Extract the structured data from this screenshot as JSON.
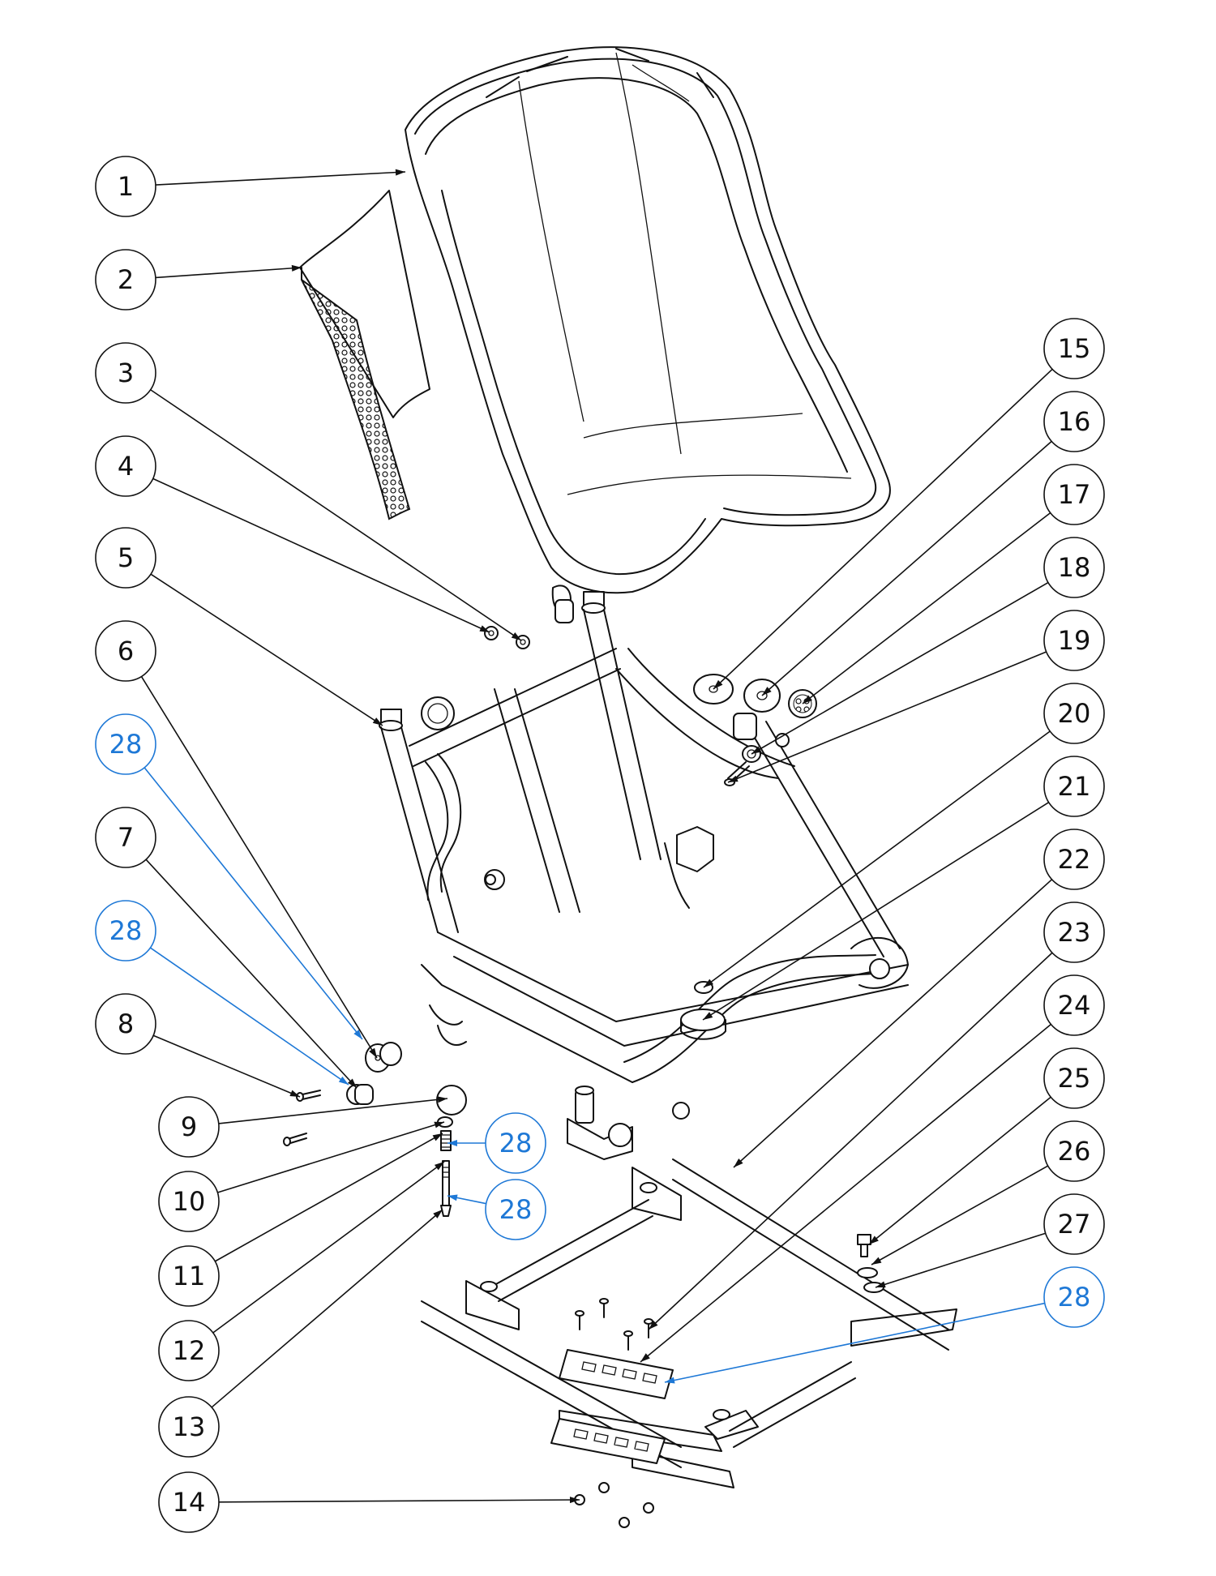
{
  "colors": {
    "line": "#111111",
    "callout_black": "#111111",
    "callout_blue": "#1e78d6",
    "background": "#ffffff"
  },
  "callouts": [
    {
      "label": "1",
      "color": "callout_black"
    },
    {
      "label": "2",
      "color": "callout_black"
    },
    {
      "label": "3",
      "color": "callout_black"
    },
    {
      "label": "4",
      "color": "callout_black"
    },
    {
      "label": "5",
      "color": "callout_black"
    },
    {
      "label": "6",
      "color": "callout_black"
    },
    {
      "label": "28",
      "color": "callout_blue"
    },
    {
      "label": "7",
      "color": "callout_black"
    },
    {
      "label": "28",
      "color": "callout_blue"
    },
    {
      "label": "8",
      "color": "callout_black"
    },
    {
      "label": "9",
      "color": "callout_black"
    },
    {
      "label": "10",
      "color": "callout_black"
    },
    {
      "label": "11",
      "color": "callout_black"
    },
    {
      "label": "12",
      "color": "callout_black"
    },
    {
      "label": "13",
      "color": "callout_black"
    },
    {
      "label": "14",
      "color": "callout_black"
    },
    {
      "label": "15",
      "color": "callout_black"
    },
    {
      "label": "16",
      "color": "callout_black"
    },
    {
      "label": "17",
      "color": "callout_black"
    },
    {
      "label": "18",
      "color": "callout_black"
    },
    {
      "label": "19",
      "color": "callout_black"
    },
    {
      "label": "20",
      "color": "callout_black"
    },
    {
      "label": "21",
      "color": "callout_black"
    },
    {
      "label": "22",
      "color": "callout_black"
    },
    {
      "label": "23",
      "color": "callout_black"
    },
    {
      "label": "24",
      "color": "callout_black"
    },
    {
      "label": "25",
      "color": "callout_black"
    },
    {
      "label": "26",
      "color": "callout_black"
    },
    {
      "label": "27",
      "color": "callout_black"
    },
    {
      "label": "28",
      "color": "callout_blue"
    },
    {
      "label": "28",
      "color": "callout_blue"
    },
    {
      "label": "28",
      "color": "callout_blue"
    }
  ]
}
